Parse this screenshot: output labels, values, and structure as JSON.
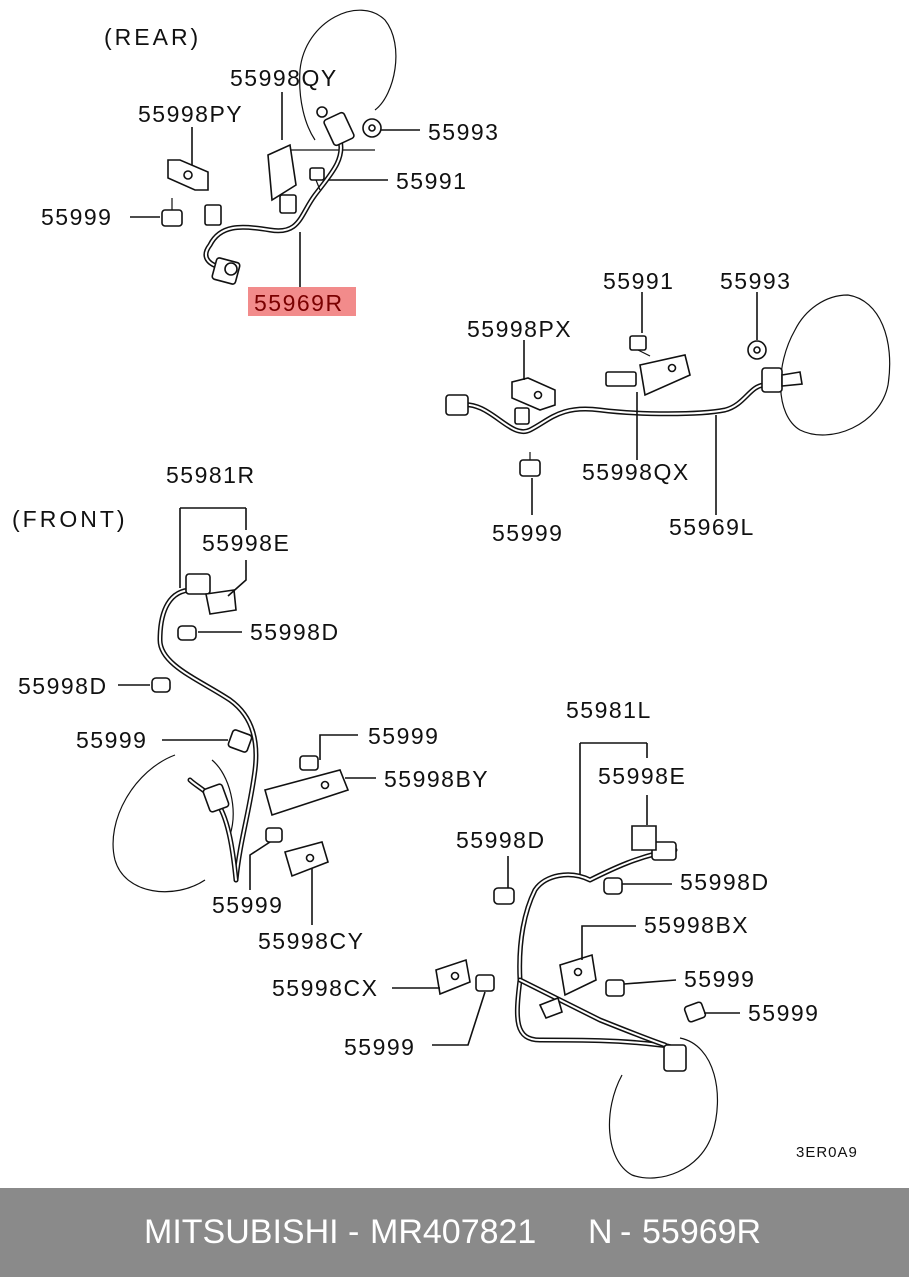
{
  "sections": {
    "rear": "(REAR)",
    "front": "(FRONT)"
  },
  "highlight_color": "#f28b8b",
  "labels": {
    "r_qy": "55998QY",
    "r_py": "55998PY",
    "r_93": "55993",
    "r_91": "55991",
    "r_99": "55999",
    "r_main": "55969R",
    "l_91": "55991",
    "l_93": "55993",
    "l_px": "55998PX",
    "l_qx": "55998QX",
    "l_99": "55999",
    "l_main": "55969L",
    "f_r_main": "55981R",
    "f_r_e": "55998E",
    "f_r_d1": "55998D",
    "f_r_d2": "55998D",
    "f_r_99a": "55999",
    "f_r_99b": "55999",
    "f_r_by": "55998BY",
    "f_r_99c": "55999",
    "f_r_cy": "55998CY",
    "f_l_main": "55981L",
    "f_l_e": "55998E",
    "f_l_d1": "55998D",
    "f_l_d2": "55998D",
    "f_l_bx": "55998BX",
    "f_l_99a": "55999",
    "f_l_cx": "55998CX",
    "f_l_99b": "55999",
    "f_l_99c": "55999"
  },
  "diagram_code": "3ER0A9",
  "footer": {
    "brand": "MITSUBISHI",
    "sep1": "-",
    "part_number": "MR407821",
    "prefix": "N",
    "sep2": "-",
    "ref": "55969R"
  }
}
